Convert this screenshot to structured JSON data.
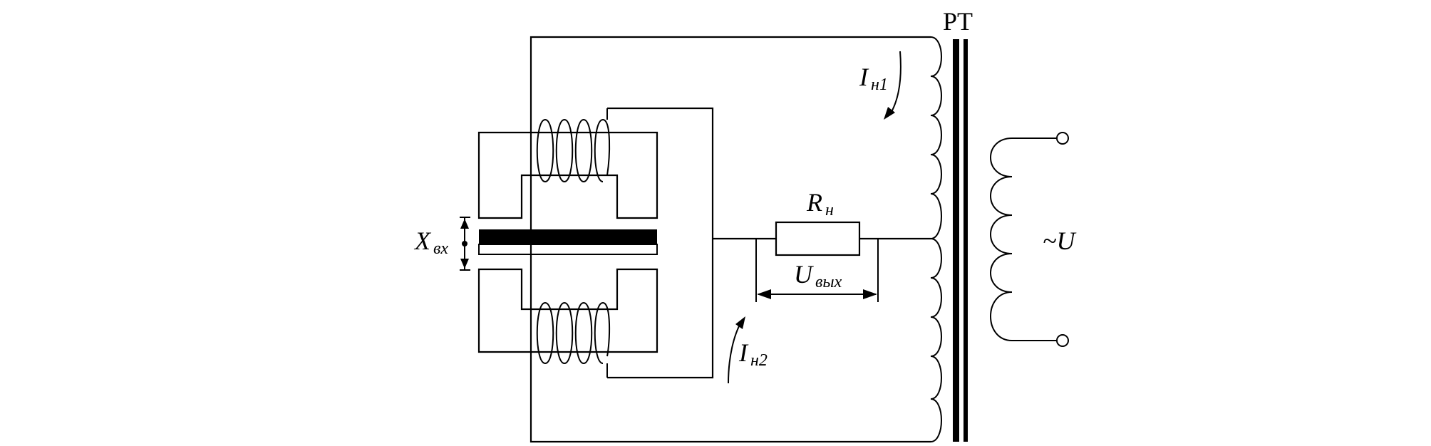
{
  "labels": {
    "transformer": "PT",
    "source": "~U",
    "current1_main": "I",
    "current1_sub": "н1",
    "current2_main": "I",
    "current2_sub": "н2",
    "load_main": "R",
    "load_sub": "н",
    "output_main": "U",
    "output_sub": "вых",
    "input_main": "X",
    "input_sub": "вх"
  },
  "colors": {
    "line": "#000000",
    "background": "#ffffff"
  }
}
